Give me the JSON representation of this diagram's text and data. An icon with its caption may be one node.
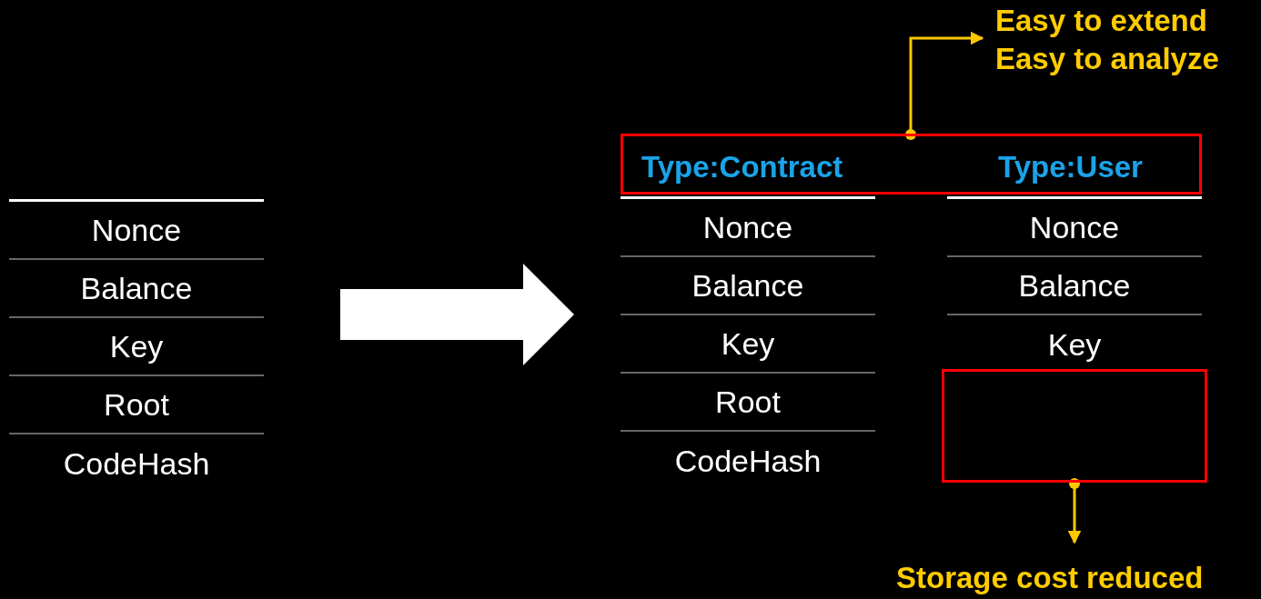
{
  "diagram": {
    "nodes": [
      {
        "text": [],
        "shape": "box"
      },
      {
        "text": [
          "Nonce"
        ],
        "in": 0
      },
      {
        "text": [
          "Balance"
        ],
        "in": 0
      },
      {
        "text": [
          "Key"
        ],
        "in": 0
      },
      {
        "text": [
          "Root"
        ],
        "in": 0
      },
      {
        "text": [
          "CodeHash"
        ],
        "in": 0
      },
      {
        "text": [
          "Type:Contract",
          "Type:User"
        ]
      },
      {
        "text": [],
        "shape": "box"
      },
      {
        "text": [
          "Nonce"
        ],
        "in": 7
      },
      {
        "text": [
          "Balance"
        ],
        "in": 7
      },
      {
        "text": [
          "Key"
        ],
        "in": 7
      },
      {
        "text": [
          "Root"
        ],
        "in": 7
      },
      {
        "text": [
          "CodeHash"
        ],
        "in": 7
      },
      {
        "text": [],
        "shape": "box"
      },
      {
        "text": [
          "Nonce"
        ],
        "in": 13
      },
      {
        "text": [
          "Balance"
        ],
        "in": 13
      },
      {
        "text": [
          "Key"
        ],
        "in": 13
      },
      {
        "text": [],
        "shape": "box"
      },
      {
        "text": [
          "Easy to extend",
          "Easy to analyze"
        ]
      },
      {
        "text": [
          "Storage cost reduced"
        ]
      }
    ],
    "edges": [
      {
        "from": 0,
        "to": 7,
        "arrow": "to",
        "style": "thick",
        "color": "#ffffff"
      },
      {
        "from": 6,
        "to": 18,
        "arrow": "to",
        "color": "#ffc800"
      },
      {
        "from": 17,
        "to": 19,
        "arrow": "to",
        "color": "#ffc800"
      }
    ]
  }
}
